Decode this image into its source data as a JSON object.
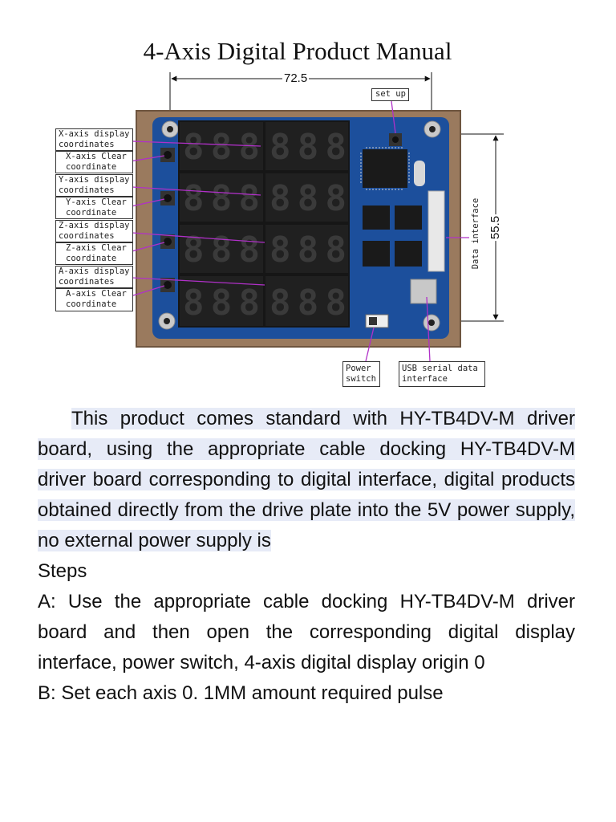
{
  "title": "4-Axis Digital Product Manual",
  "figure": {
    "dims": {
      "width": "72.5",
      "height": "55.5"
    },
    "board_labels": {
      "set_up": "set up",
      "data_interface": "Data interface",
      "power_switch": "Power\nswitch",
      "usb": "USB serial data\ninterface"
    },
    "axis_callouts": [
      {
        "display": "X-axis display\ncoordinates",
        "clear": "X-axis Clear\ncoordinate"
      },
      {
        "display": "Y-axis display\ncoordinates",
        "clear": "Y-axis Clear\ncoordinate"
      },
      {
        "display": "Z-axis display\ncoordinates",
        "clear": "Z-axis Clear\ncoordinate"
      },
      {
        "display": "A-axis display\ncoordinates",
        "clear": "A-axis Clear\ncoordinate"
      }
    ],
    "digit_text": "888",
    "colors": {
      "pcb": "#1c4f9c",
      "wood": "#9a7a5e",
      "digit_off": "#3a3a3a",
      "callout_line": "#b030c8"
    }
  },
  "body": {
    "intro": "This product comes standard with HY-TB4DV-M driver board, using the appropriate cable docking HY-TB4DV-M driver board corresponding to digital interface, digital products obtained directly from the drive plate into the 5V power supply, no external power supply is",
    "steps_heading": "Steps",
    "step_a": "A: Use the appropriate cable docking HY-TB4DV-M driver board and then open the corresponding digital display interface, power switch, 4-axis digital display origin 0",
    "step_b": "B: Set each axis 0. 1MM amount required pulse"
  }
}
